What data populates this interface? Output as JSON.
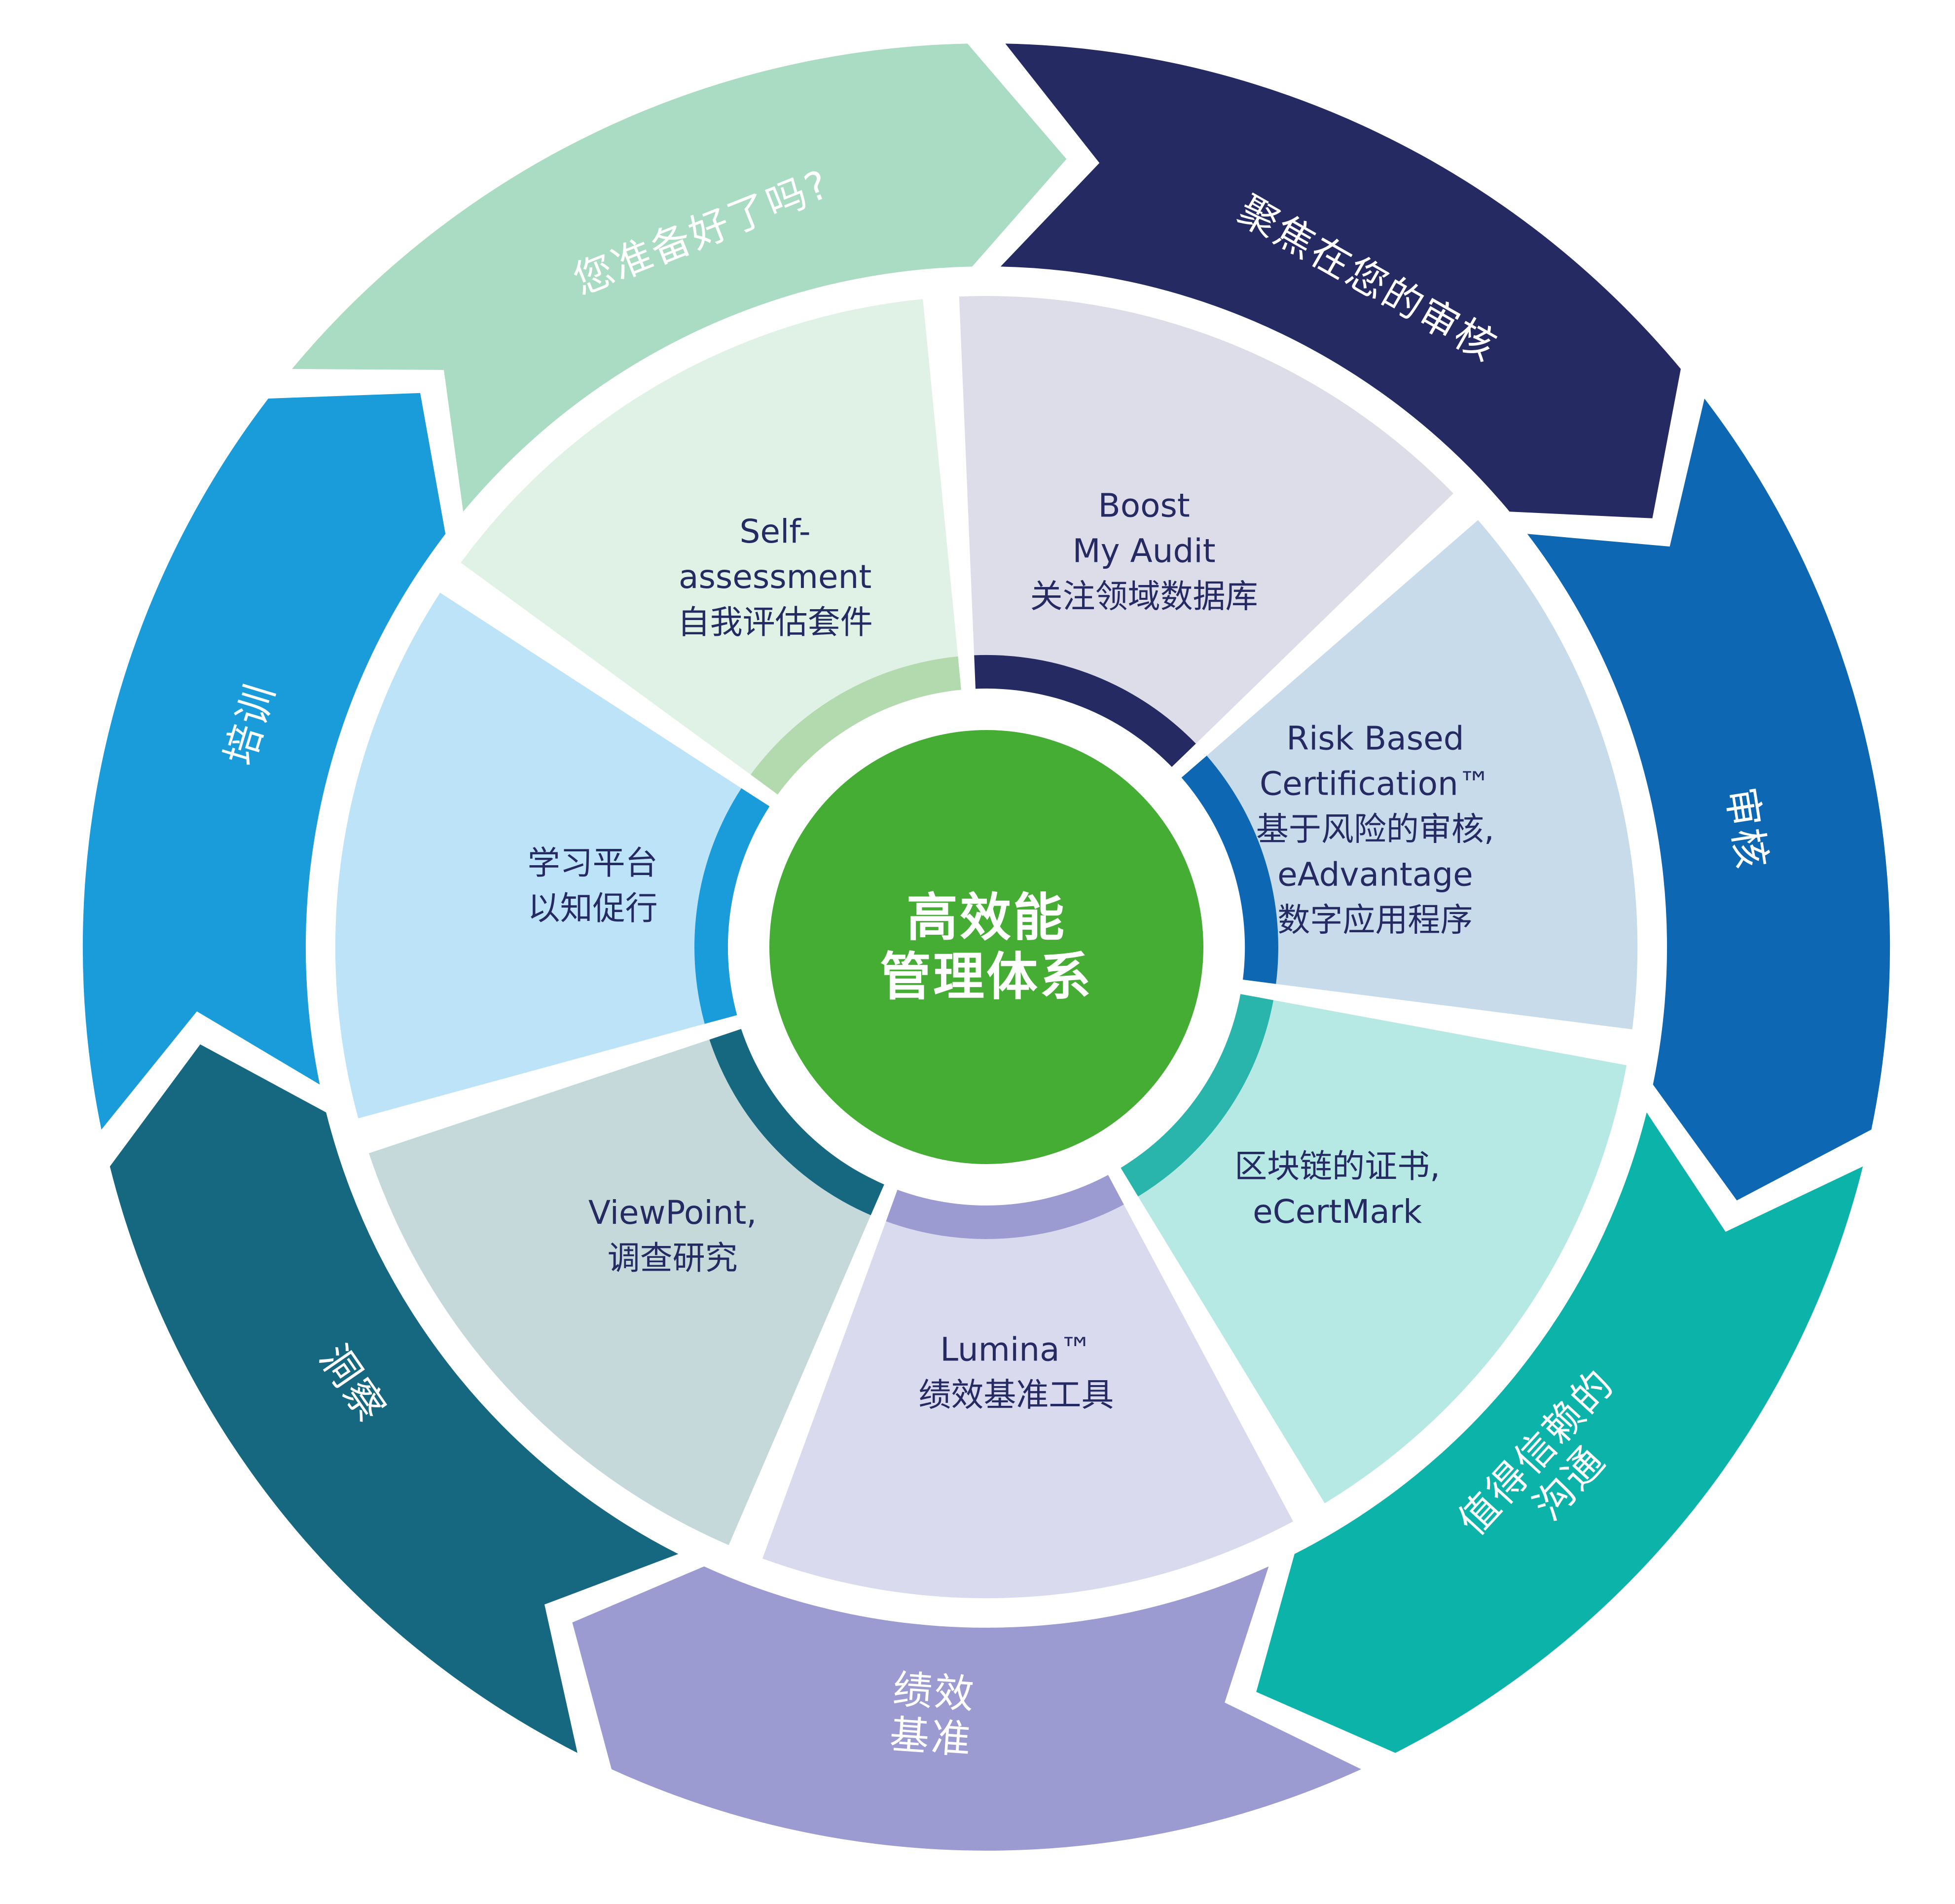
{
  "diagram": {
    "text_color": "#252a62",
    "background_color": "#ffffff",
    "center": {
      "lines": [
        "高效能",
        "管理体系"
      ],
      "color": "#45ad34",
      "text_color": "#ffffff"
    },
    "outer_segments": [
      {
        "id": "ready",
        "lines": [
          "您准备好了吗?"
        ],
        "color": "#a9dcc2"
      },
      {
        "id": "focus-on-your-audit",
        "lines": [
          "聚焦在您的审核"
        ],
        "color": "#252a62"
      },
      {
        "id": "audit",
        "lines": [
          "审核"
        ],
        "color": "#0e67b2"
      },
      {
        "id": "trusted-communication",
        "lines": [
          "值得信赖的",
          "沟通"
        ],
        "color": "#0cb3a9"
      },
      {
        "id": "performance-benchmarking",
        "lines": [
          "绩效",
          "基准"
        ],
        "color": "#9b9bd2"
      },
      {
        "id": "insight",
        "lines": [
          "洞察"
        ],
        "color": "#15687f"
      },
      {
        "id": "training",
        "lines": [
          "培训"
        ],
        "color": "#1a9cdb"
      }
    ],
    "inner_segments": [
      {
        "id": "self-assessment",
        "lines": [
          "Self-",
          "assessment",
          "自我评估套件"
        ],
        "color": "#e0f1e6",
        "band_color": "#b3d9ae"
      },
      {
        "id": "boost-my-audit",
        "lines": [
          "Boost",
          "My Audit",
          "关注领域数据库"
        ],
        "color": "#dcdde8",
        "band_color": "#252a62"
      },
      {
        "id": "risk-based-certification",
        "lines": [
          "Risk Based",
          "Certification™",
          "基于风险的审核,",
          "eAdvantage",
          "数字应用程序"
        ],
        "color": "#c8dbeb",
        "band_color": "#0e67b2"
      },
      {
        "id": "blockchain-certificates",
        "lines": [
          "区块链的证书,",
          "eCertMark"
        ],
        "color": "#b7e9e4",
        "band_color": "#2ab5ac"
      },
      {
        "id": "lumina",
        "lines": [
          "Lumina™",
          "绩效基准工具"
        ],
        "color": "#dadaee",
        "band_color": "#9b9bd2"
      },
      {
        "id": "viewpoint",
        "lines": [
          "ViewPoint,",
          "调查研究"
        ],
        "color": "#c5d8da",
        "band_color": "#15687f"
      },
      {
        "id": "learning-platform",
        "lines": [
          "学习平台",
          "以知促行"
        ],
        "color": "#bce3f8",
        "band_color": "#1a9cdb"
      }
    ]
  }
}
